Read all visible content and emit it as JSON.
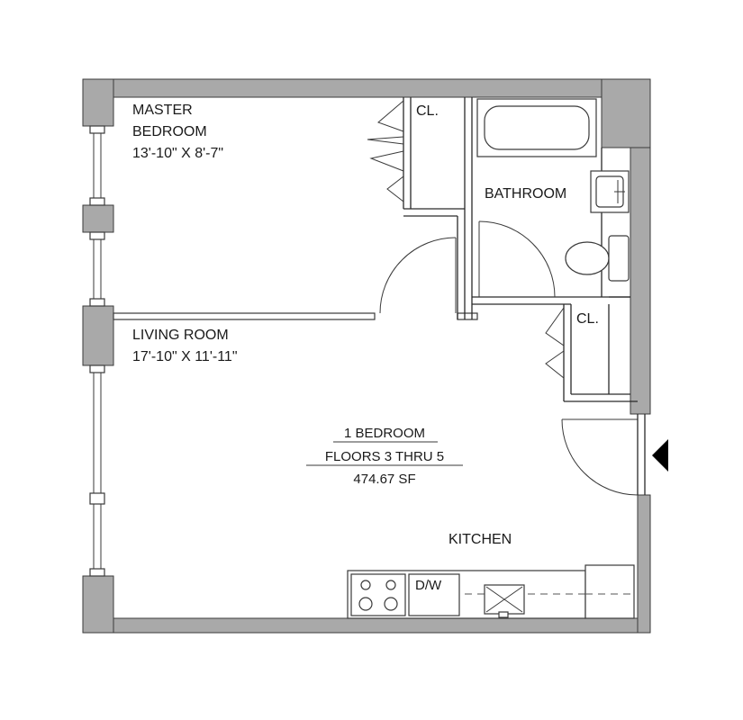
{
  "rooms": {
    "master_bedroom": {
      "name_line1": "MASTER",
      "name_line2": "BEDROOM",
      "dims": "13'-10\" X 8'-7\""
    },
    "closet_bedroom": {
      "name": "CL."
    },
    "bathroom": {
      "name": "BATHROOM"
    },
    "closet_living": {
      "name": "CL."
    },
    "living_room": {
      "name": "LIVING ROOM",
      "dims": "17'-10\" X 11'-11\""
    },
    "kitchen": {
      "name": "KITCHEN"
    },
    "dishwasher": {
      "label": "D/W"
    }
  },
  "unit_info": {
    "type": "1 BEDROOM",
    "floors": "FLOORS 3 THRU 5",
    "area": "474.67 SF"
  },
  "colors": {
    "wall_fill": "#a9a9a9",
    "line": "#2a2a2a",
    "entry_arrow": "#000000"
  }
}
